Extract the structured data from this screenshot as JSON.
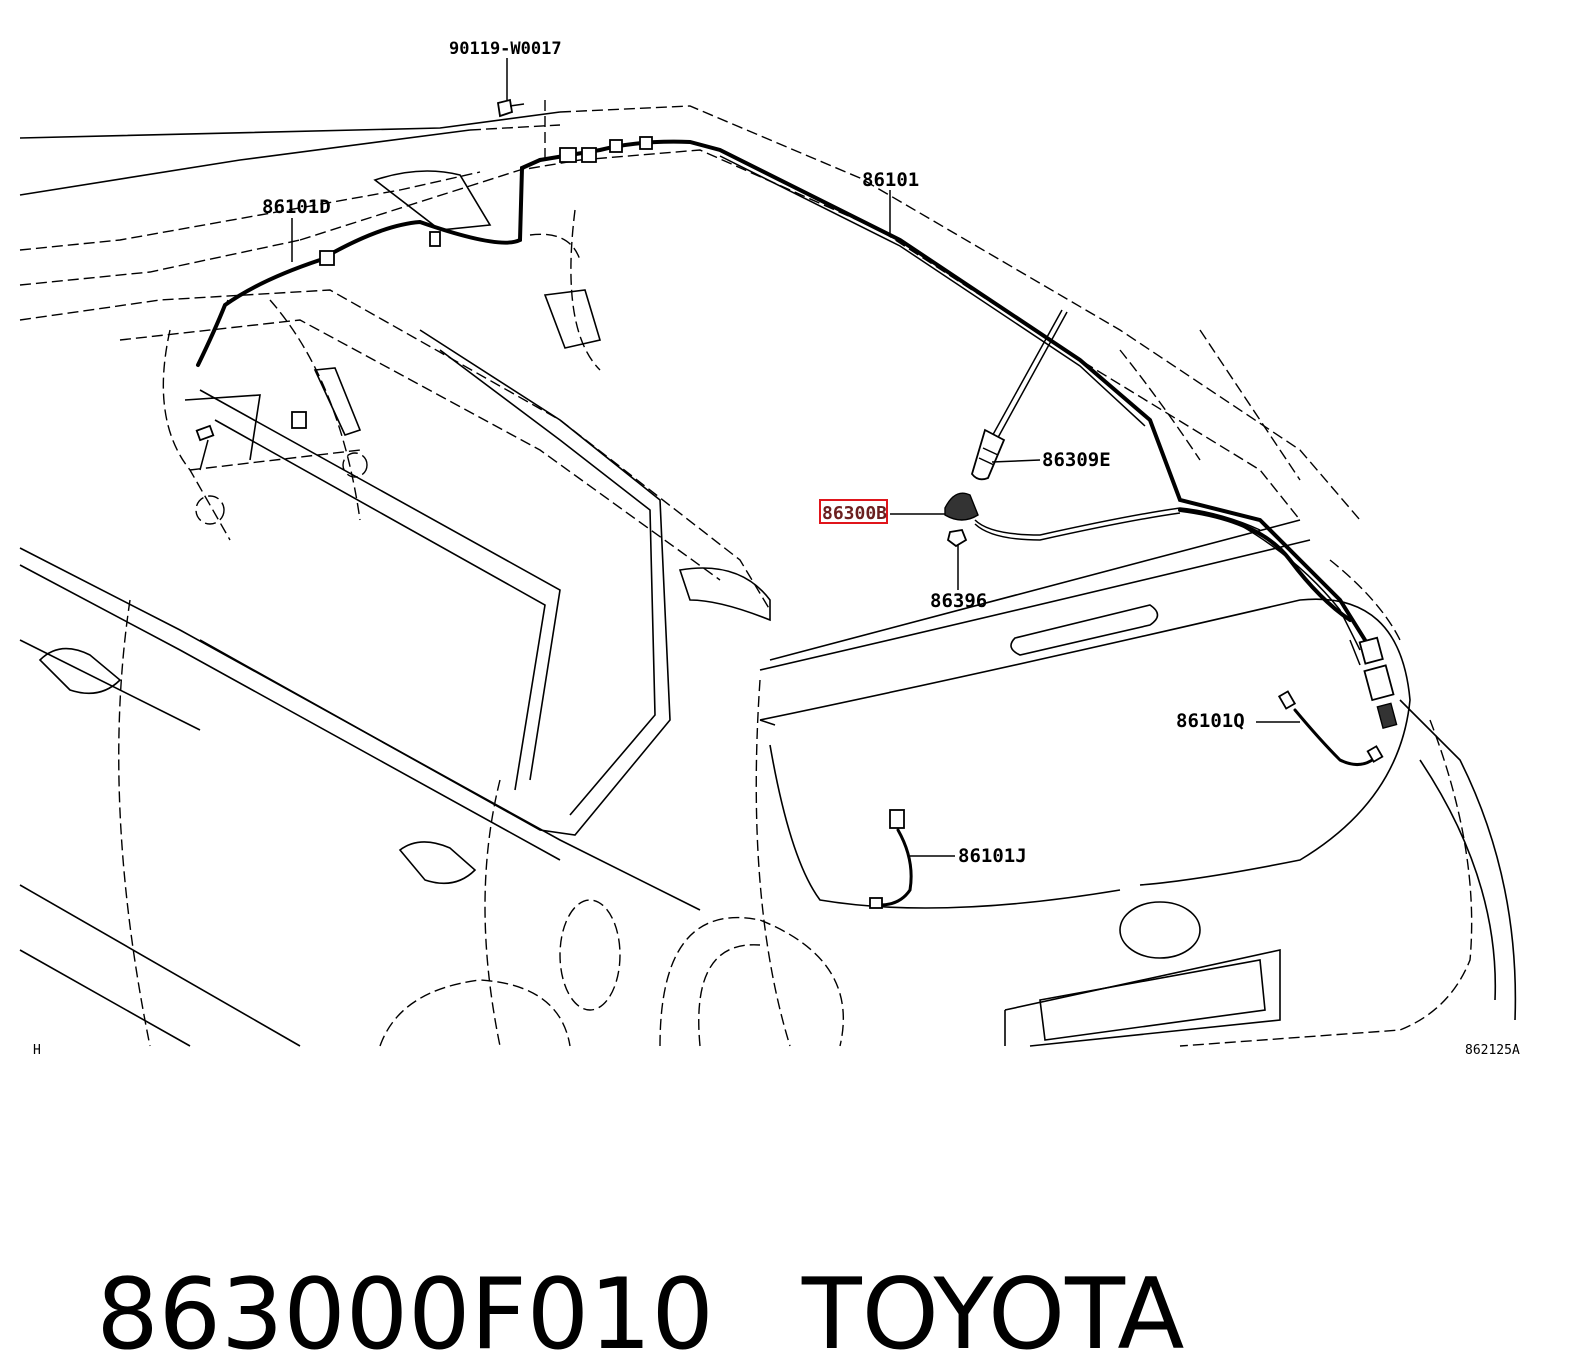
{
  "callouts": {
    "bolt": "90119-W0017",
    "harness_front": "86101D",
    "harness_main": "86101",
    "antenna_rod": "86309E",
    "antenna_base": "86300B",
    "nut": "86396",
    "cord_q": "86101Q",
    "cord_j": "86101J"
  },
  "corner_left": "H",
  "corner_right": "862125A",
  "caption": {
    "part_number": "863000F010",
    "brand": "TOYOTA"
  },
  "colors": {
    "highlight_box": "#e0151b",
    "line": "#000000"
  }
}
